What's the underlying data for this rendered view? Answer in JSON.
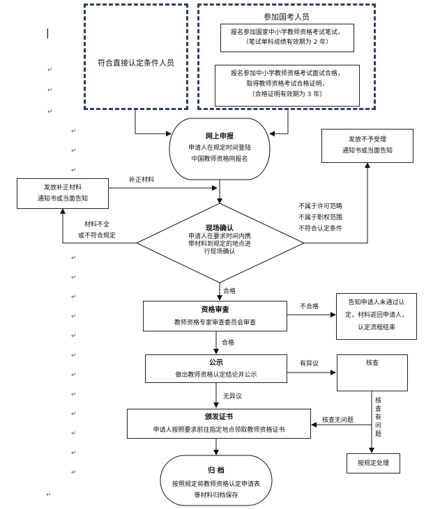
{
  "top": {
    "direct_group": "符合直接认定条件人员",
    "exam_group_title": "参加国考人员",
    "written_exam": [
      "报名参加国家中小学教师资格考试笔试，",
      "（笔试单科成绩有效期为 2 年）"
    ],
    "interview_exam": [
      "报名参加中小学教师资格考试面试合格，",
      "取得教师资格考试合格证明，",
      "（合格证明有效期为 3 年）"
    ]
  },
  "online": {
    "title": "网上申报",
    "lines": [
      "申请人在规定时间登陆",
      "中国教师资格网报名"
    ]
  },
  "reject": {
    "lines": [
      "发放不予受理",
      "通知书或当面告知"
    ]
  },
  "supplement": {
    "lines": [
      "发放补正材料",
      "通知书或当面告知"
    ]
  },
  "site": {
    "title": "现场确认",
    "lines": [
      "申请人在要求时间内携",
      "带材料到规定的地点进",
      "行现场确认"
    ]
  },
  "review": {
    "title": "资格审查",
    "line": "教师资格专家审查委员会审查"
  },
  "fail_notice": {
    "lines": [
      "告知申请人未通过认",
      "定，材料返回申请人，",
      "认定流程结束"
    ]
  },
  "publicity": {
    "title": "公示",
    "line": "做出教师资格认定结论并公示"
  },
  "verify": {
    "label": "核查"
  },
  "certificate": {
    "title": "颁发证书",
    "line": "申请人按照要求前往指定地点领取教师资格证书"
  },
  "handle": {
    "label": "按规定处理"
  },
  "archive": {
    "title": "归 档",
    "lines": [
      "按照规定将教师资格认定申请表",
      "等材料归档保存"
    ]
  },
  "edge_labels": {
    "supplement_material": "补正材料",
    "incomplete": [
      "材料不全",
      "或不符合规定"
    ],
    "not_eligible": [
      "不属于许可范畴",
      "不属于职权范围",
      "不符合认定条件"
    ],
    "pass1": "合格",
    "fail": "不合格",
    "pass2": "合格",
    "objection": "有异议",
    "no_objection": "无异议",
    "verify_ok": "核查无问题",
    "verify_problem": "核查有问题"
  }
}
